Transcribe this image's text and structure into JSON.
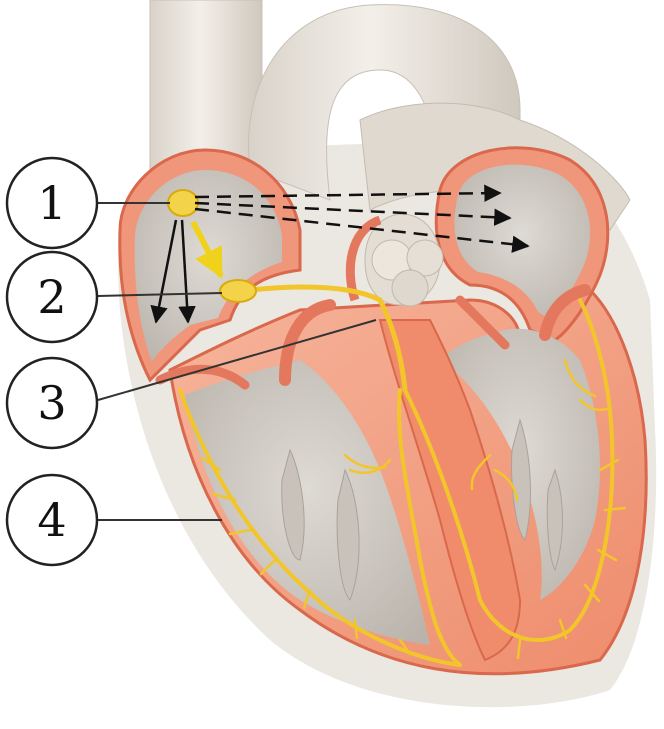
{
  "labels": [
    {
      "id": "1",
      "text": "1"
    },
    {
      "id": "2",
      "text": "2"
    },
    {
      "id": "3",
      "text": "3"
    },
    {
      "id": "4",
      "text": "4"
    }
  ],
  "colors": {
    "background": "#ffffff",
    "vessel": "#e7e1d9",
    "chamber_interior": "#d6d2cc",
    "muscle": "#f2a182",
    "muscle_dark": "#e4785e",
    "conduction": "#f2c62a",
    "node": "#f3d34a",
    "arrow_black": "#111111",
    "arrow_yellow": "#f0d21c"
  }
}
